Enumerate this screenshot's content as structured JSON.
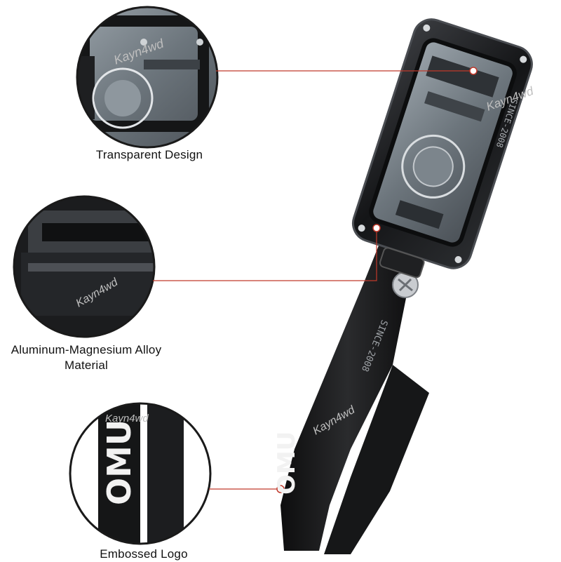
{
  "callouts": [
    {
      "label": "Transparent Design"
    },
    {
      "label_line1": "Aluminum-Magnesium Alloy",
      "label_line2": "Material"
    },
    {
      "label": "Embossed Logo"
    }
  ],
  "watermark": "Kayn4wd",
  "engraving": "SINCE-2008",
  "strap_logo": "OMU",
  "colors": {
    "leader_line": "#c0392b",
    "device_body": "#1b1c1e",
    "background": "#ffffff"
  }
}
